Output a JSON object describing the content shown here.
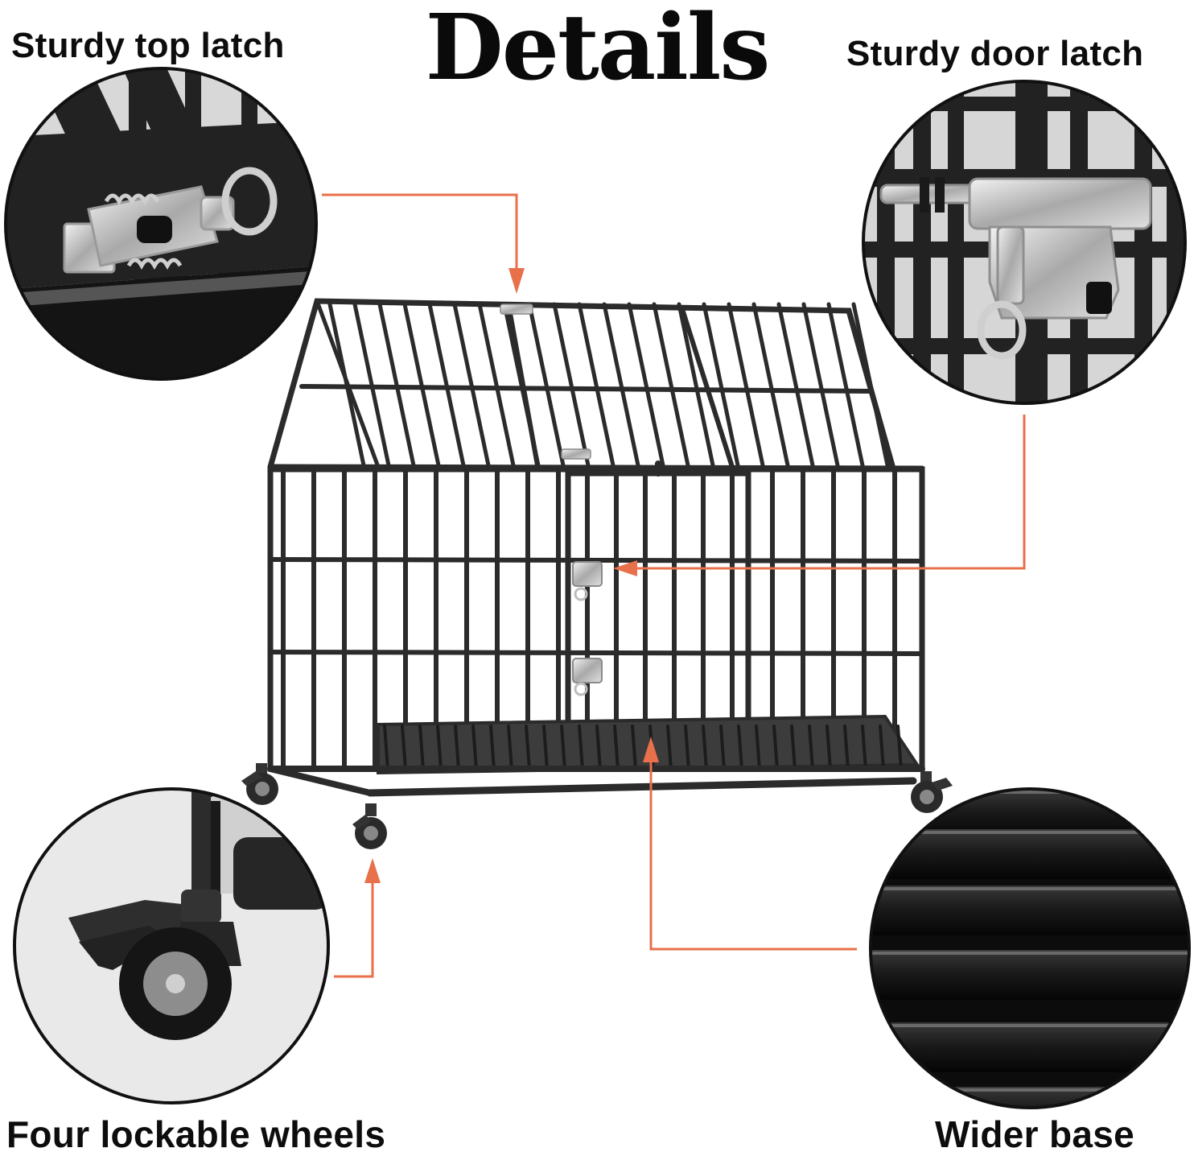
{
  "title": "Details",
  "callouts": {
    "top_latch": "Sturdy top latch",
    "door_latch": "Sturdy door latch",
    "wheels": "Four lockable wheels",
    "base": "Wider base"
  },
  "colors": {
    "arrow": "#e8704a",
    "metal": "#2b2b2b",
    "chrome": "#c9c9c9",
    "text": "#0d0d0d",
    "circle_outline": "#111111"
  },
  "icons": [
    "arrow-icon",
    "latch-icon",
    "wheel-icon"
  ]
}
